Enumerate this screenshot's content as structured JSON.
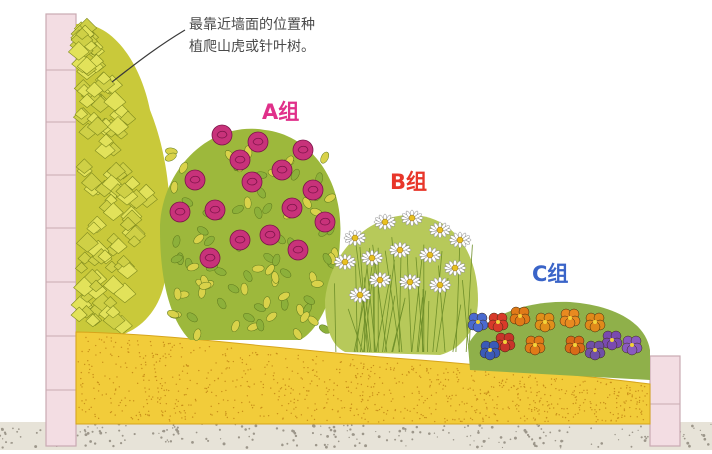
{
  "annotation": {
    "line1": "最靠近墙面的位置种",
    "line2": "植爬山虎或针叶树。"
  },
  "groups": {
    "a": "A组",
    "b": "B组",
    "c": "C组"
  },
  "colors": {
    "group_a": "#e0308a",
    "group_b": "#e8362a",
    "group_c": "#3a64c8",
    "soil": "#f2cc3a",
    "ground": "#e7e3d8",
    "wall": "#f3dde3"
  }
}
